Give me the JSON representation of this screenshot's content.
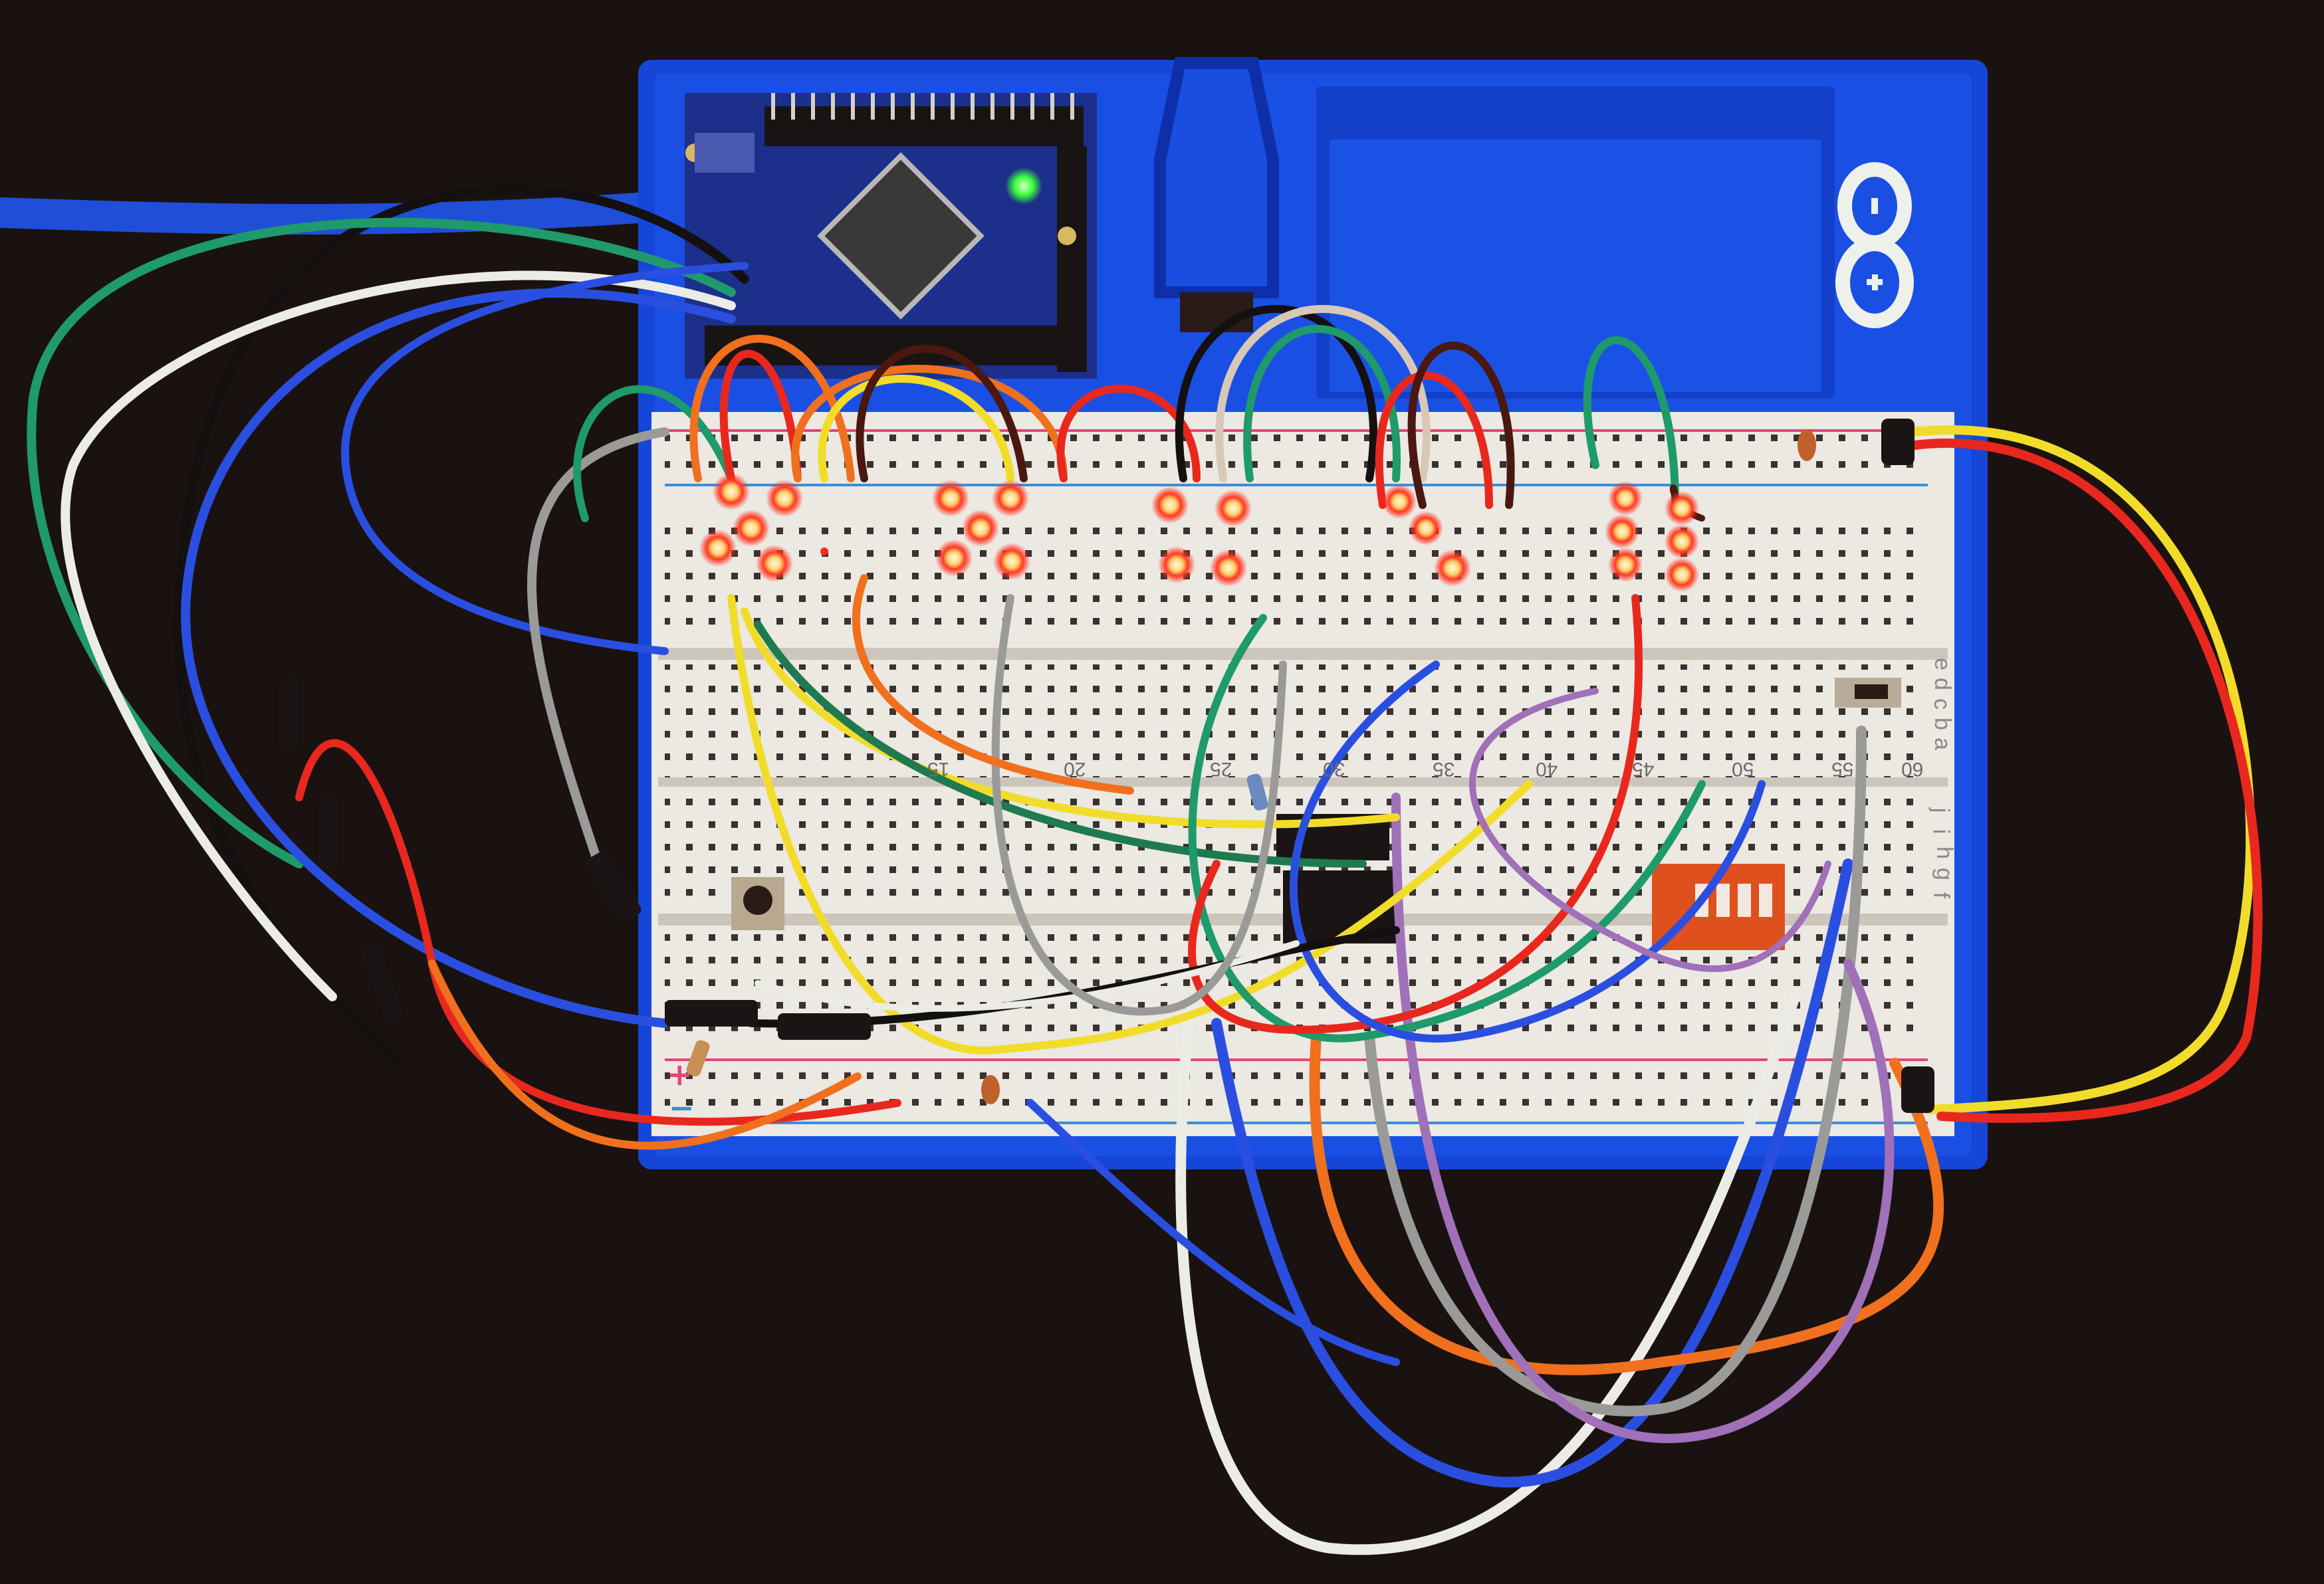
{
  "scene": {
    "description": "Arduino Pro Mini on a blue 3D-printed breadboard holder driving five red LED digit clusters, with jumper wires, an IC, DIP switch, slide switch, pushbutton, resistors and capacitors",
    "background_color": "#1a1210"
  },
  "holder": {
    "color": "#1546d8",
    "logo": "Arduino infinity logo",
    "logo_symbols": [
      "−",
      "+"
    ],
    "logo_color": "#eef0ea"
  },
  "microcontroller": {
    "board": "Arduino Pro Mini",
    "pcb_color": "#1c2f8a",
    "power_led_color": "#39ff3a",
    "chip": "TQFP microcontroller"
  },
  "usb_cable": {
    "color": "#1e4fd6"
  },
  "breadboard": {
    "color": "#ece8e2",
    "rail_plus_color": "#e0457a",
    "rail_minus_color": "#3a8fd8",
    "column_labels": [
      "15",
      "20",
      "25",
      "30",
      "35",
      "40",
      "45",
      "50",
      "55",
      "60"
    ],
    "row_letters_upper": [
      "j",
      "i",
      "h",
      "g",
      "f"
    ],
    "row_letters_lower": [
      "e",
      "d",
      "c",
      "b",
      "a"
    ],
    "rail_signs": {
      "plus": "+",
      "minus": "−"
    }
  },
  "led_clusters": [
    {
      "id": 1,
      "color": "#ff2a1a",
      "lit": 6
    },
    {
      "id": 2,
      "color": "#ff2a1a",
      "lit": 6
    },
    {
      "id": 3,
      "color": "#ff2a1a",
      "lit": 4
    },
    {
      "id": 4,
      "color": "#ff2a1a",
      "lit": 3
    },
    {
      "id": 5,
      "color": "#ff2a1a",
      "lit": 6
    }
  ],
  "components": {
    "ic": "DIP IC (black)",
    "dip_switch": {
      "color": "#e0501e",
      "positions": 4
    },
    "slide_switch": "SPDT slide switch",
    "pushbutton": "tactile pushbutton",
    "resistors": 2,
    "ceramic_capacitors": 2
  },
  "wire_colors": {
    "red": "#e8281e",
    "orange": "#f0701e",
    "yellow": "#f2dc2a",
    "green": "#1f9a6a",
    "blue": "#2a4fe0",
    "purple": "#a070b8",
    "white": "#ecece6",
    "gray": "#9a9a98",
    "black": "#141010",
    "brown": "#4a1810"
  }
}
